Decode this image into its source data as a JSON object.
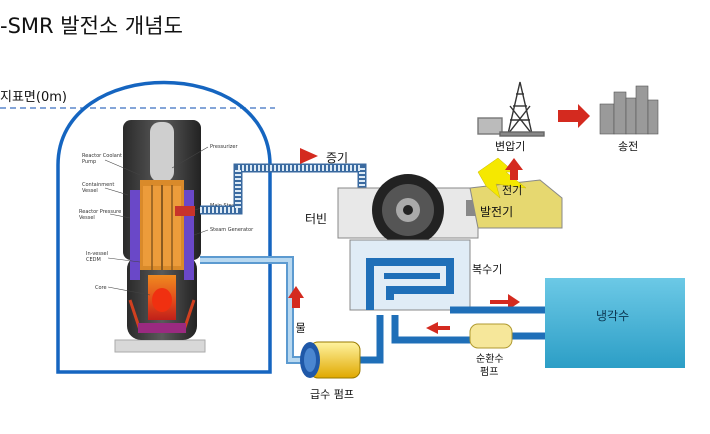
{
  "title": "-SMR 발전소 개념도",
  "labels": {
    "ground": "지표면(0m)",
    "steam": "증기",
    "turbine": "터빈",
    "electricity": "전기",
    "generator": "발전기",
    "transformer": "변압기",
    "transmission": "송전",
    "condenser": "복수기",
    "cooling_water": "냉각수",
    "water": "물",
    "feed_pump": "급수 펌프",
    "circ_pump_1": "순환수",
    "circ_pump_2": "펌프"
  },
  "reactor_labels": {
    "coolant_pump_1": "Reactor Coolant",
    "coolant_pump_2": "Pump",
    "containment_1": "Containment",
    "containment_2": "Vessel",
    "pressure_vessel_1": "Reactor Pressure",
    "pressure_vessel_2": "Vessel",
    "cedm_1": "In-vessel",
    "cedm_2": "CEDM",
    "core": "Core",
    "pressurizer": "Pressurizer",
    "main_steam": "Main Steam",
    "steam_generator": "Steam Generator"
  },
  "colors": {
    "containment_outline": "#1565c0",
    "steam_pipe": "#d8e8f4",
    "water_pipe": "#2f87c8",
    "condenser_pipe": "#3c8fd0",
    "arrow": "#d42a1f",
    "generator": "#e8d86a",
    "lightning": "#f5e000",
    "feed_pump": "#f2c200",
    "circ_pump": "#f6e79a",
    "sea": "#3eb3d6"
  }
}
